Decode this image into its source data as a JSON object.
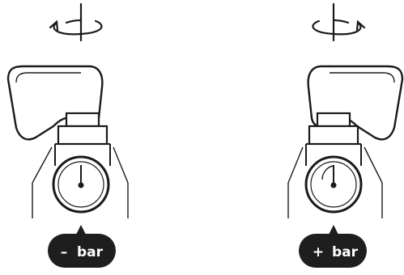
{
  "figures": [
    {
      "id": "left",
      "rotation_direction": "counterclockwise",
      "label": {
        "sign": "–",
        "unit": "bar"
      }
    },
    {
      "id": "right",
      "rotation_direction": "clockwise",
      "label": {
        "sign": "+",
        "unit": "bar"
      }
    }
  ],
  "colors": {
    "stroke": "#1a1a1a",
    "pill_fill": "#1e1e1e",
    "pill_text": "#ffffff",
    "background": "#ffffff"
  }
}
